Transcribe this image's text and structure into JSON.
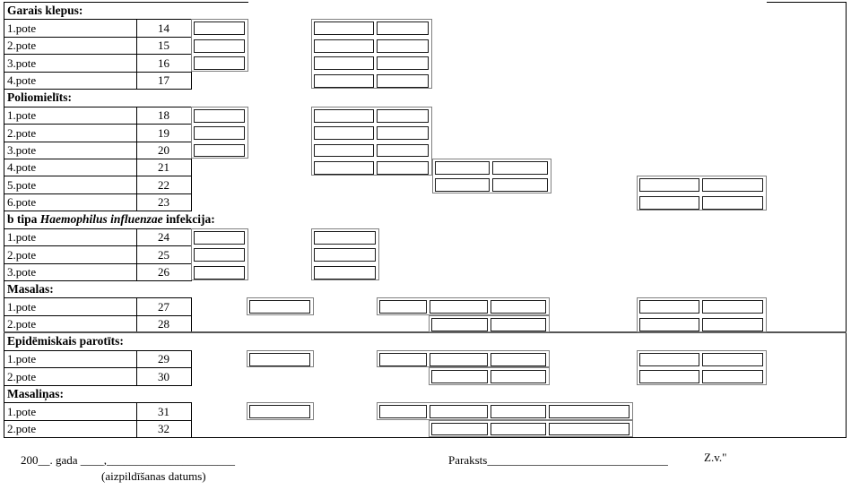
{
  "form": {
    "sections": [
      {
        "title_pre": "Garais klepus:",
        "title_italic": "",
        "title_post": "",
        "rows": [
          {
            "label": "1.pote",
            "num": "14"
          },
          {
            "label": "2.pote",
            "num": "15"
          },
          {
            "label": "3.pote",
            "num": "16"
          },
          {
            "label": "4.pote",
            "num": "17"
          }
        ]
      },
      {
        "title_pre": "Poliomielīts:",
        "title_italic": "",
        "title_post": "",
        "rows": [
          {
            "label": "1.pote",
            "num": "18"
          },
          {
            "label": "2.pote",
            "num": "19"
          },
          {
            "label": "3.pote",
            "num": "20"
          },
          {
            "label": "4.pote",
            "num": "21"
          },
          {
            "label": "5.pote",
            "num": "22"
          },
          {
            "label": "6.pote",
            "num": "23"
          }
        ]
      },
      {
        "title_pre": "b tipa ",
        "title_italic": "Haemophilus influenzae",
        "title_post": " infekcija:",
        "rows": [
          {
            "label": "1.pote",
            "num": "24"
          },
          {
            "label": "2.pote",
            "num": "25"
          },
          {
            "label": "3.pote",
            "num": "26"
          }
        ]
      },
      {
        "title_pre": "Masalas:",
        "title_italic": "",
        "title_post": "",
        "rows": [
          {
            "label": "1.pote",
            "num": "27"
          },
          {
            "label": "2.pote",
            "num": "28"
          }
        ]
      },
      {
        "title_pre": "Epidēmiskais parotīts:",
        "title_italic": "",
        "title_post": "",
        "rows": [
          {
            "label": "1.pote",
            "num": "29"
          },
          {
            "label": "2.pote",
            "num": "30"
          }
        ]
      },
      {
        "title_pre": "Masaliņas:",
        "title_italic": "",
        "title_post": "",
        "rows": [
          {
            "label": "1.pote",
            "num": "31"
          },
          {
            "label": "2.pote",
            "num": "32"
          }
        ]
      }
    ],
    "footer": {
      "date_line": "200__. gada ____,______________________",
      "date_caption": "(aizpildīšanas datums)",
      "signature_label": "Paraksts_______________________________",
      "seal_label": "Z.v.\""
    }
  }
}
